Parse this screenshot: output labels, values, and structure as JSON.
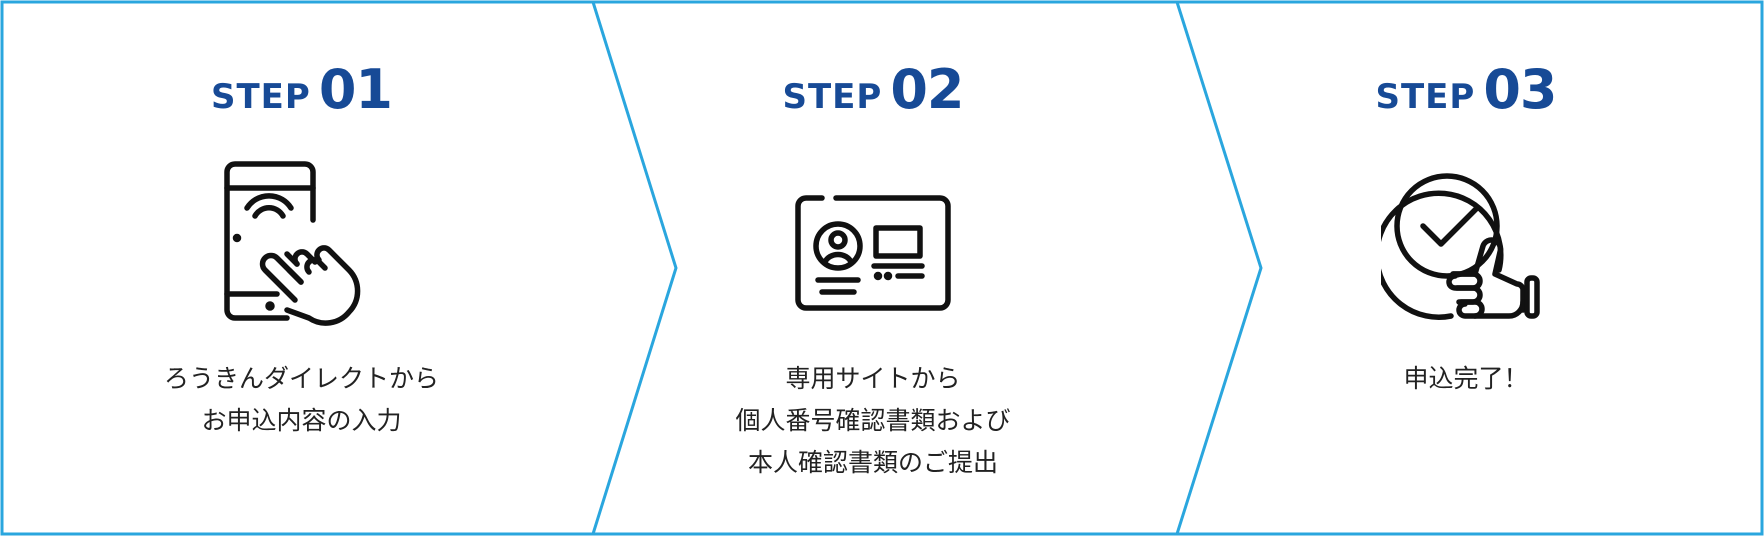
{
  "steps": [
    {
      "label": "STEP",
      "number": "01",
      "icon": "tablet-tap-icon",
      "lines": [
        "ろうきんダイレクトから",
        "お申込内容の入力"
      ]
    },
    {
      "label": "STEP",
      "number": "02",
      "icon": "id-card-icon",
      "lines": [
        "専用サイトから",
        "個人番号確認書類および",
        "本人確認書類のご提出"
      ]
    },
    {
      "label": "STEP",
      "number": "03",
      "icon": "thumbs-up-check-icon",
      "lines": [
        "申込完了！"
      ]
    }
  ],
  "colors": {
    "border": "#2aa6de",
    "step_label": "#174a96",
    "text": "#222222",
    "icon": "#111111"
  }
}
